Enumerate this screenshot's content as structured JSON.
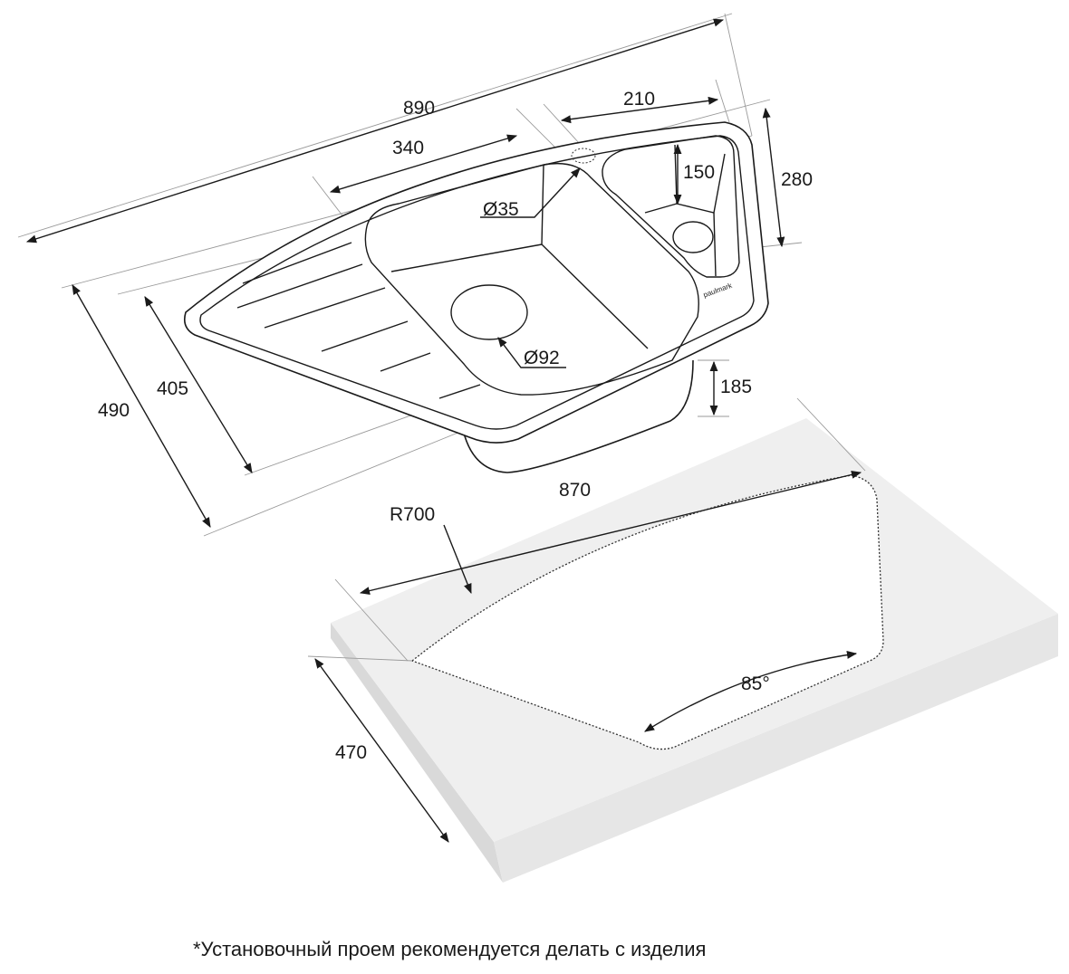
{
  "brand": "paulmark",
  "dimensions": {
    "overall_length": "890",
    "bowl_length": "340",
    "small_bowl_width": "210",
    "small_bowl_depth": "280",
    "small_bowl_length": "150",
    "tap_hole": "Ø35",
    "drain": "Ø92",
    "bowl_depth": "185",
    "overall_width": "490",
    "inner_width": "405",
    "cutout_length": "870",
    "cutout_radius": "R700",
    "cutout_angle": "85°",
    "cutout_width": "470"
  },
  "footnote": "*Установочный проем рекомендуется делать с изделия"
}
